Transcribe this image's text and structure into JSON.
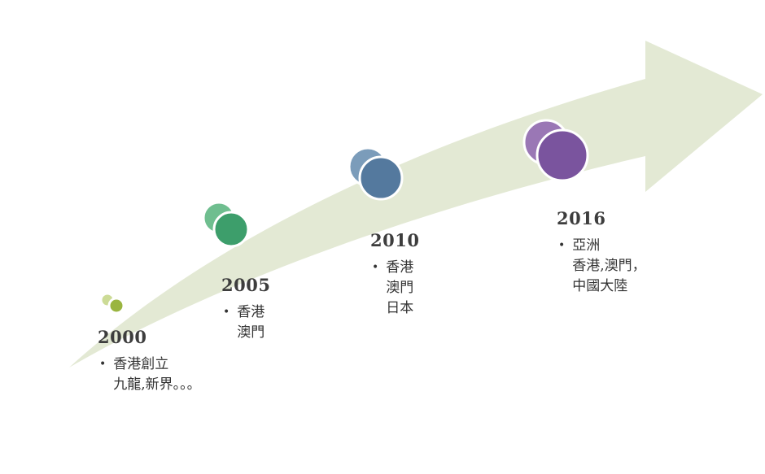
{
  "bullet": "•",
  "colors": {
    "arrow": "#e3e9d4",
    "marker_2000_back": "#ccdb96",
    "marker_2000_front": "#9ab540",
    "marker_2005_back": "#6fbe8f",
    "marker_2005_front": "#3d9e6b",
    "marker_2010_back": "#7b9cba",
    "marker_2010_front": "#54799e",
    "marker_2016_back": "#9a77b5",
    "marker_2016_front": "#7a549e",
    "text": "#3a3a3a",
    "marker_outline": "#ffffff"
  },
  "milestones": [
    {
      "year": "2000",
      "lines": [
        "香港創立",
        "九龍,新界。。。"
      ]
    },
    {
      "year": "2005",
      "lines": [
        "香港",
        "澳門"
      ]
    },
    {
      "year": "2010",
      "lines": [
        "香港",
        "澳門",
        "日本"
      ]
    },
    {
      "year": "2016",
      "lines": [
        "亞洲",
        "香港,澳門，",
        "中國大陸"
      ]
    }
  ]
}
